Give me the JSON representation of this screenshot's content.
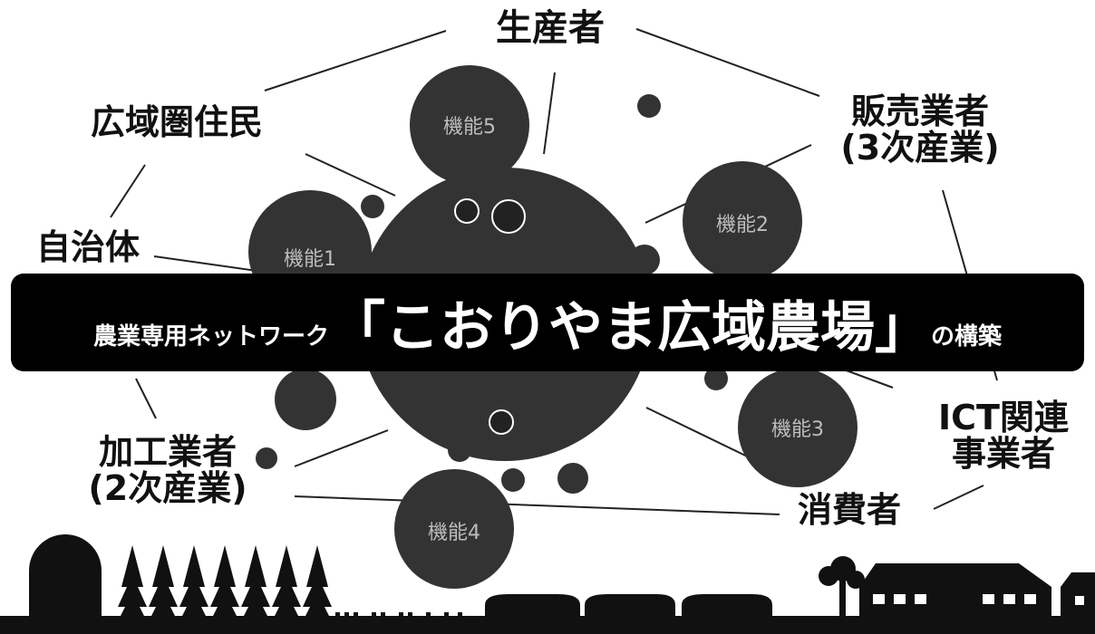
{
  "stakeholders": {
    "producer": "生産者",
    "residents": "広域圏住民",
    "seller_line1": "販売業者",
    "seller_line2": "(3次産業)",
    "municipality": "自治体",
    "processor_line1": "加工業者",
    "processor_line2": "(2次産業)",
    "ict_line1": "ICT関連",
    "ict_line2": "事業者",
    "consumer": "消費者"
  },
  "functions": {
    "f1": "機能1",
    "f2": "機能2",
    "f3": "機能3",
    "f4": "機能4",
    "f5": "機能5"
  },
  "banner": {
    "prefix": "農業専用ネットワーク",
    "open_bracket": "「",
    "name": "こおりやま広域農場",
    "close_bracket": "」",
    "suffix": "の構築"
  },
  "colors": {
    "background": "#ffffff",
    "circle": "#333333",
    "banner": "#000000",
    "text": "#111111",
    "function_text": "#bdbdbd"
  }
}
